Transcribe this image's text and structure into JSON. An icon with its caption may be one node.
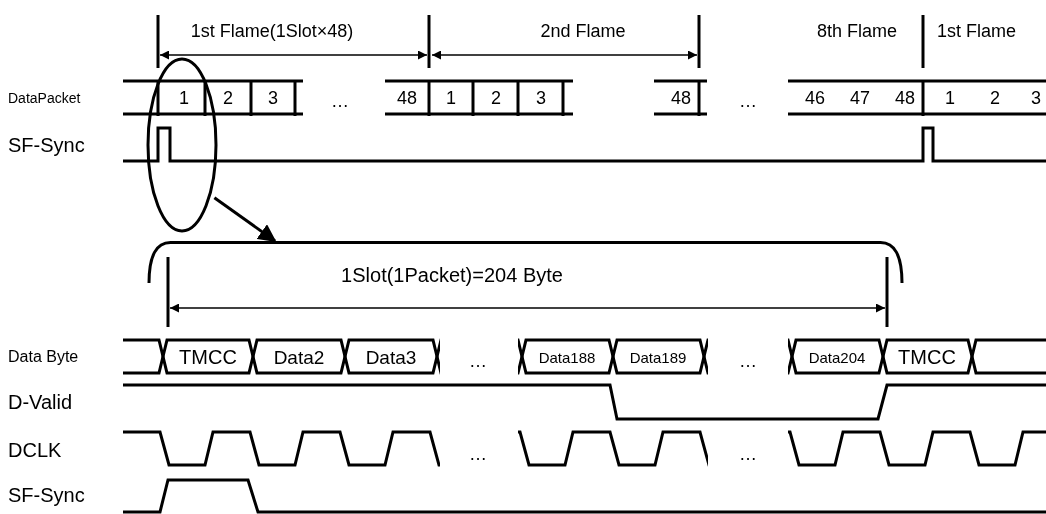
{
  "diagram": {
    "nodes": [
      {
        "text": [],
        "shape": "ellipse"
      },
      {
        "text": [],
        "shape": "bracket"
      }
    ],
    "edges": [
      {
        "from": 0,
        "to": 1,
        "arrow": "to"
      }
    ],
    "labels": [
      "1st Flame(1Slot×48)",
      "2nd Flame",
      "8th Flame",
      "1st Flame",
      "DataPacket",
      "1",
      "2",
      "3",
      "…",
      "48",
      "1",
      "2",
      "3",
      "48",
      "…",
      "46",
      "47",
      "48",
      "1",
      "2",
      "3",
      "SF-Sync",
      "1Slot(1Packet)=204 Byte",
      "Data Byte",
      "TMCC",
      "Data2",
      "Data3",
      "…",
      "Data188",
      "Data189",
      "…",
      "Data204",
      "TMCC",
      "D-Valid",
      "DCLK",
      "…",
      "…",
      "SF-Sync"
    ]
  }
}
